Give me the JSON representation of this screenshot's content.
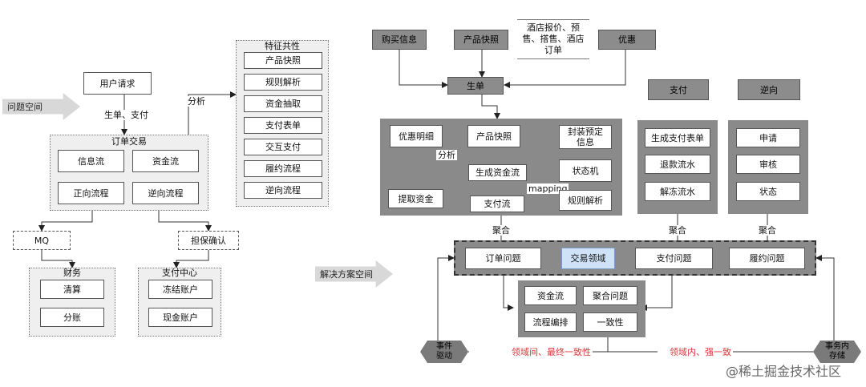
{
  "left": {
    "problem_space": "问题空间",
    "user_request": "用户请求",
    "order_pay": "生单、支付",
    "analyze": "分析",
    "order_trade": "订单交易",
    "info_flow": "信息流",
    "fund_flow": "资金流",
    "forward_flow": "正向流程",
    "reverse_flow": "逆向流程",
    "mq": "MQ",
    "guarantee": "担保确认",
    "finance": "财务",
    "clearing": "清算",
    "split": "分账",
    "pay_center": "支付中心",
    "freeze_account": "冻结账户",
    "cash_account": "现金账户",
    "common_features": "特征共性",
    "features": [
      "产品快照",
      "规则解析",
      "资金抽取",
      "支付表单",
      "交互支付",
      "履约流程",
      "逆向流程"
    ]
  },
  "right": {
    "solution_space": "解决方案空间",
    "buy_info": "购买信息",
    "product_snapshot": "产品快照",
    "hotel_info": "酒店报价、预售、搭售、酒店订单",
    "discount": "优惠",
    "create_order": "生单",
    "discount_detail": "优惠明细",
    "product_snapshot2": "产品快照",
    "package_info": "封装预定信息",
    "analyze": "分析",
    "gen_fund_flow": "生成资金流",
    "state_machine": "状态机",
    "mapping": "mapping",
    "extract_fund": "提取资金",
    "pay_flow": "支付流",
    "rule_parse": "规则解析",
    "pay": "支付",
    "gen_pay_form": "生成支付表单",
    "refund_flow": "退款流水",
    "unfreeze_flow": "解冻流水",
    "reverse": "逆向",
    "apply": "申请",
    "review": "审核",
    "status": "状态",
    "aggregate1": "聚合",
    "aggregate2": "聚合",
    "aggregate3": "聚合",
    "order_problem": "订单问题",
    "trade_domain": "交易领域",
    "pay_problem": "支付问题",
    "fulfill_problem": "履约问题",
    "fund_flow": "资金流",
    "aggregate_problem": "聚合问题",
    "flow_orchestration": "流程编排",
    "consistency": "一致性",
    "event_driven": "事件驱动",
    "cross_domain": "领域间、最终一致性",
    "in_domain": "领域内、强一致",
    "transaction_storage": "事务内存储"
  },
  "watermark": "@稀土掘金技术社区"
}
